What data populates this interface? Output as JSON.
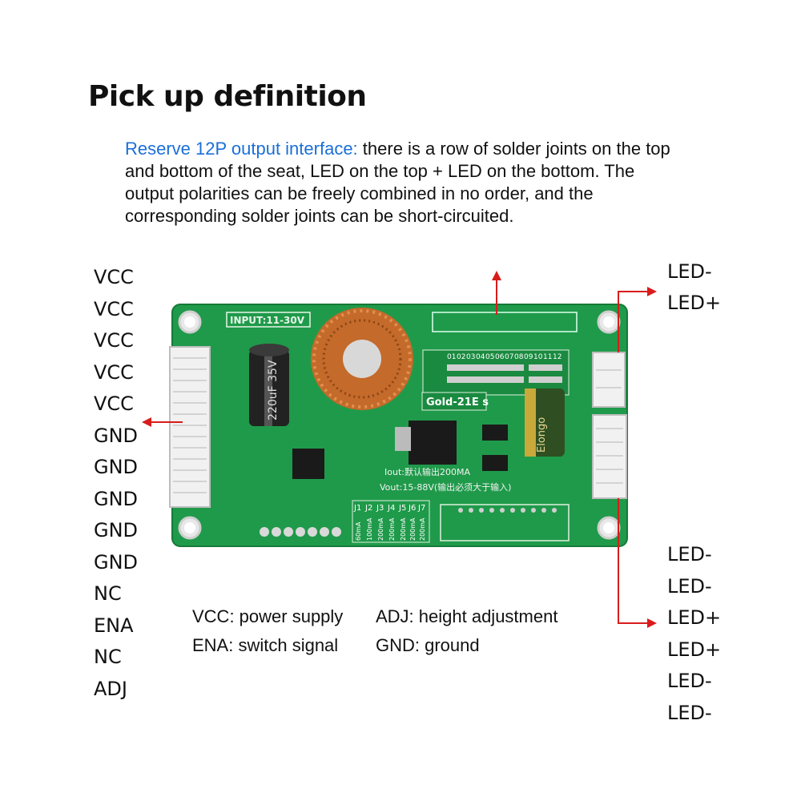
{
  "heading": "Pick up definition",
  "description": {
    "highlight": "Reserve 12P output interface:",
    "body": " there is a row of solder joints on the top and bottom of the seat, LED on the top + LED on the bottom. The output polarities can be freely combined in no order, and the corresponding solder joints can be short-circuited."
  },
  "left_pins": [
    "VCC",
    "VCC",
    "VCC",
    "VCC",
    "VCC",
    "GND",
    "GND",
    "GND",
    "GND",
    "GND",
    "NC",
    "ENA",
    "NC",
    "ADJ"
  ],
  "right_top_pins": [
    "LED-",
    "LED+"
  ],
  "right_bottom_pins": [
    "LED-",
    "LED-",
    "LED+",
    "LED+",
    "LED-",
    "LED-"
  ],
  "legend": {
    "vcc": "VCC: power supply",
    "adj": "ADJ: height adjustment",
    "ena": "ENA: switch signal",
    "gnd": "GND: ground"
  },
  "board_labels": {
    "input": "INPUT:11-30V",
    "model": "Gold-21E s",
    "iout": "Iout:默认输出200MA",
    "vout": "Vout:15-88V(输出必须大于输入)",
    "cap1": "220uF 35V",
    "cap2": "Elongo",
    "jumpers": [
      "J1",
      "J2",
      "J3",
      "J4",
      "J5",
      "J6",
      "J7"
    ],
    "currents": [
      "60mA",
      "100mA",
      "200mA",
      "200mA",
      "200mA",
      "200mA",
      "200mA"
    ],
    "slots": [
      "01",
      "02",
      "03",
      "04",
      "05",
      "06",
      "07",
      "08",
      "09",
      "10",
      "11",
      "12"
    ]
  },
  "colors": {
    "pcb": "#1f9a4a",
    "pcb_dark": "#157a38",
    "arrow": "#d81c1c",
    "highlight": "#1a6fd8"
  }
}
